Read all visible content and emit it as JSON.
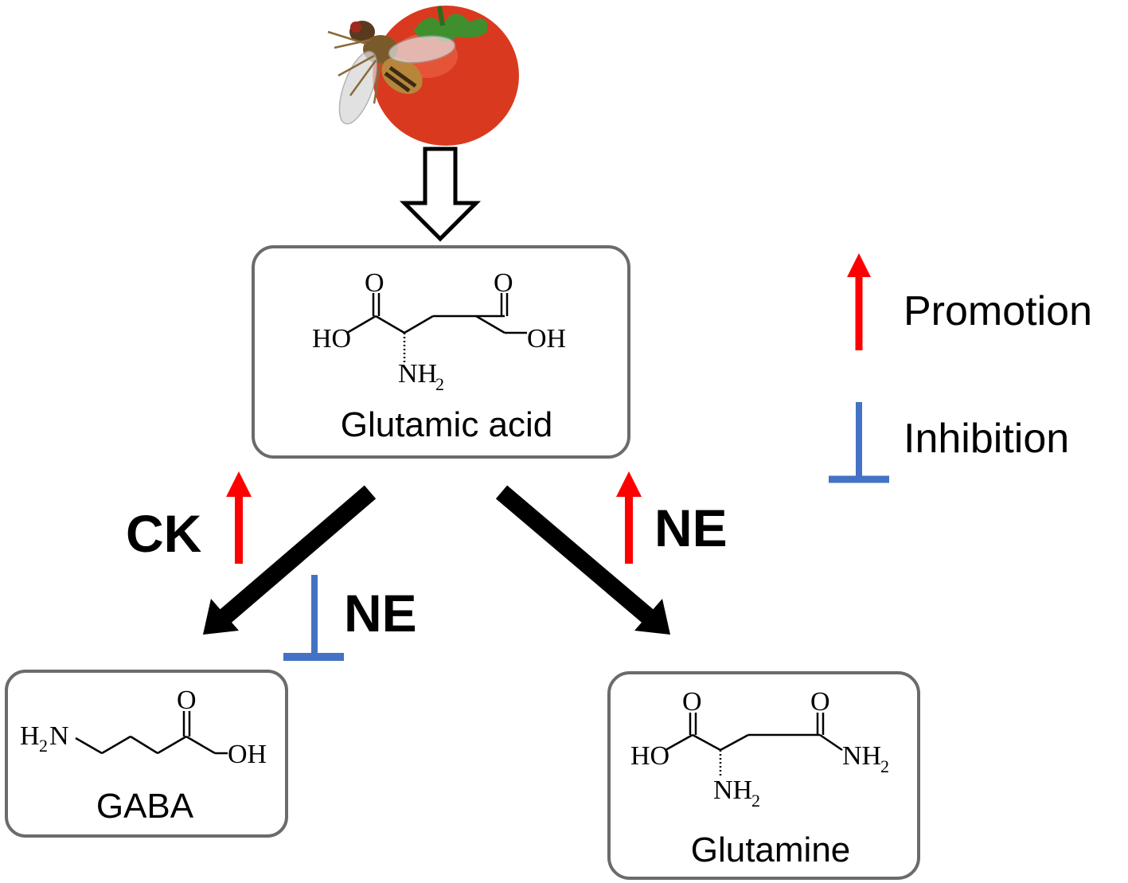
{
  "molecules": {
    "glutamic_acid": {
      "name": "Glutamic acid",
      "atoms": {
        "o_left": "O",
        "o_right": "O",
        "ho": "HO",
        "oh": "OH",
        "nh": "NH",
        "nh_sub": "2"
      }
    },
    "gaba": {
      "name": "GABA",
      "atoms": {
        "h2n_h": "H",
        "h2n_sub": "2",
        "h2n_n": "N",
        "o": "O",
        "oh": "OH"
      }
    },
    "glutamine": {
      "name": "Glutamine",
      "atoms": {
        "o_left": "O",
        "o_right": "O",
        "ho": "HO",
        "nh_amide": "NH",
        "nh_amide_sub": "2",
        "nh": "NH",
        "nh_sub": "2"
      }
    }
  },
  "regulators": {
    "ck_gaba": "CK",
    "ne_gaba": "NE",
    "ne_glutamine": "NE"
  },
  "legend": {
    "promotion": "Promotion",
    "inhibition": "Inhibition"
  },
  "colors": {
    "promotion": "#ff0000",
    "inhibition": "#4472c4",
    "box_border": "#6b6b6b",
    "pathway_arrow": "#000000"
  },
  "icons": [
    "fruit-fly-icon",
    "tomato-icon"
  ]
}
